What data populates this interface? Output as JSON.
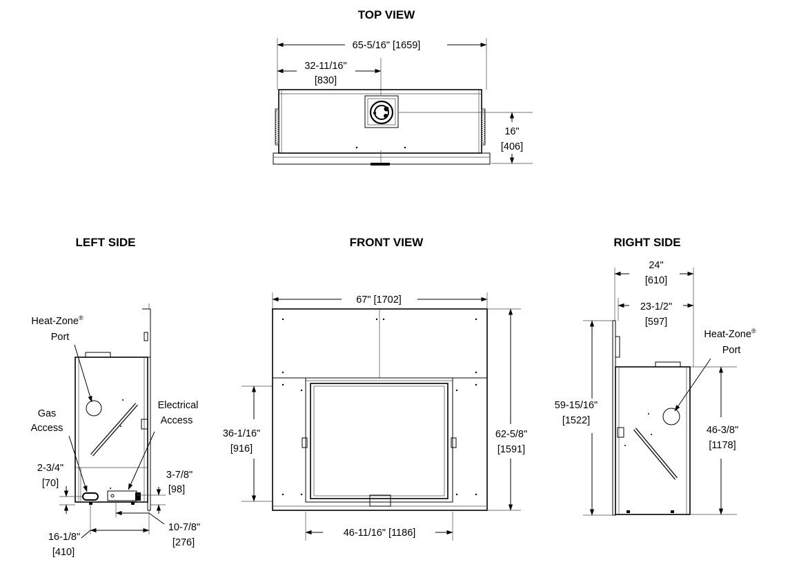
{
  "views": {
    "top": {
      "title": "TOP VIEW",
      "overall_width": "65-5/16\" [1659]",
      "half_width_in": "32-11/16\"",
      "half_width_mm": "[830]",
      "depth_in": "16\"",
      "depth_mm": "[406]"
    },
    "left": {
      "title": "LEFT SIDE",
      "heatzone_label_1": "Heat-Zone",
      "heatzone_reg": "®",
      "heatzone_label_2": "Port",
      "gas_label_1": "Gas",
      "gas_label_2": "Access",
      "elec_label_1": "Electrical",
      "elec_label_2": "Access",
      "gas_height_in": "2-3/4\"",
      "gas_height_mm": "[70]",
      "elec_height_in": "3-7/8\"",
      "elec_height_mm": "[98]",
      "gas_offset_in": "16-1/8\"",
      "gas_offset_mm": "[410]",
      "elec_offset_in": "10-7/8\"",
      "elec_offset_mm": "[276]"
    },
    "front": {
      "title": "FRONT VIEW",
      "overall_width": "67\" [1702]",
      "opening_height_in": "36-1/16\"",
      "opening_height_mm": "[916]",
      "overall_height_in": "62-5/8\"",
      "overall_height_mm": "[1591]",
      "opening_width": "46-11/16\" [1186]"
    },
    "right": {
      "title": "RIGHT SIDE",
      "depth_in": "24\"",
      "depth_mm": "[610]",
      "inner_depth_in": "23-1/2\"",
      "inner_depth_mm": "[597]",
      "heatzone_label_1": "Heat-Zone",
      "heatzone_reg": "®",
      "heatzone_label_2": "Port",
      "total_height_in": "59-15/16\"",
      "total_height_mm": "[1522]",
      "body_height_in": "46-3/8\"",
      "body_height_mm": "[1178]"
    }
  }
}
